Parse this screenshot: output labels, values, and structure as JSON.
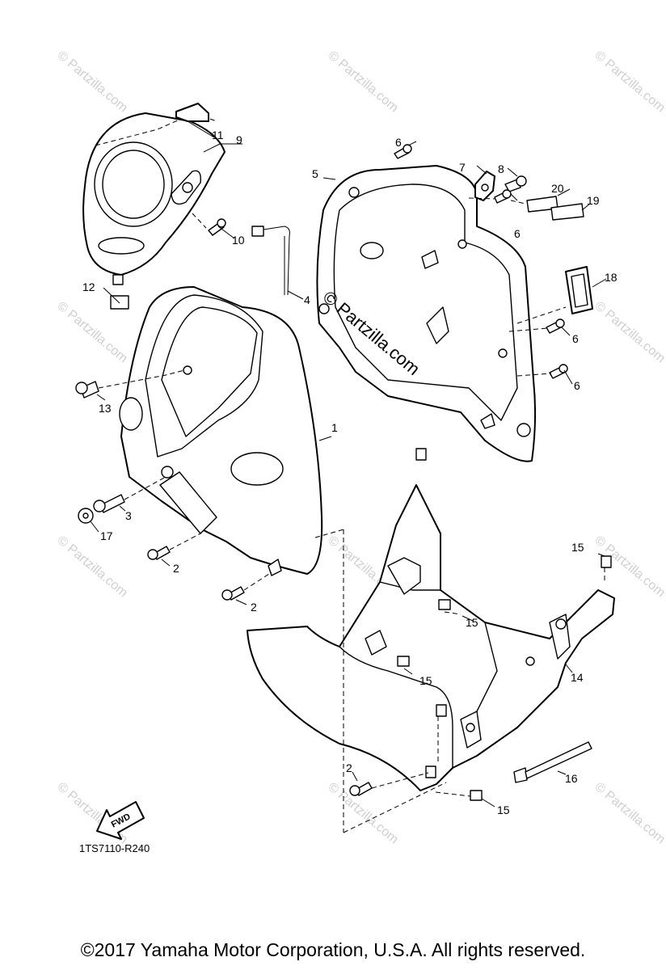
{
  "diagram_code": "1TS7110-R240",
  "copyright": "©2017 Yamaha Motor Corporation, U.S.A. All rights reserved.",
  "watermark": "© Partzilla.com",
  "fwd_label": "FWD",
  "callouts": {
    "c1": "1",
    "c2a": "2",
    "c2b": "2",
    "c2c": "2",
    "c3": "3",
    "c4": "4",
    "c5": "5",
    "c6a": "6",
    "c6b": "6",
    "c6c": "6",
    "c6d": "6",
    "c7": "7",
    "c8": "8",
    "c9": "9",
    "c10": "10",
    "c11": "11",
    "c12": "12",
    "c13": "13",
    "c14": "14",
    "c15a": "15",
    "c15b": "15",
    "c15c": "15",
    "c15d": "15",
    "c16": "16",
    "c17": "17",
    "c18": "18",
    "c19": "19",
    "c20": "20"
  }
}
